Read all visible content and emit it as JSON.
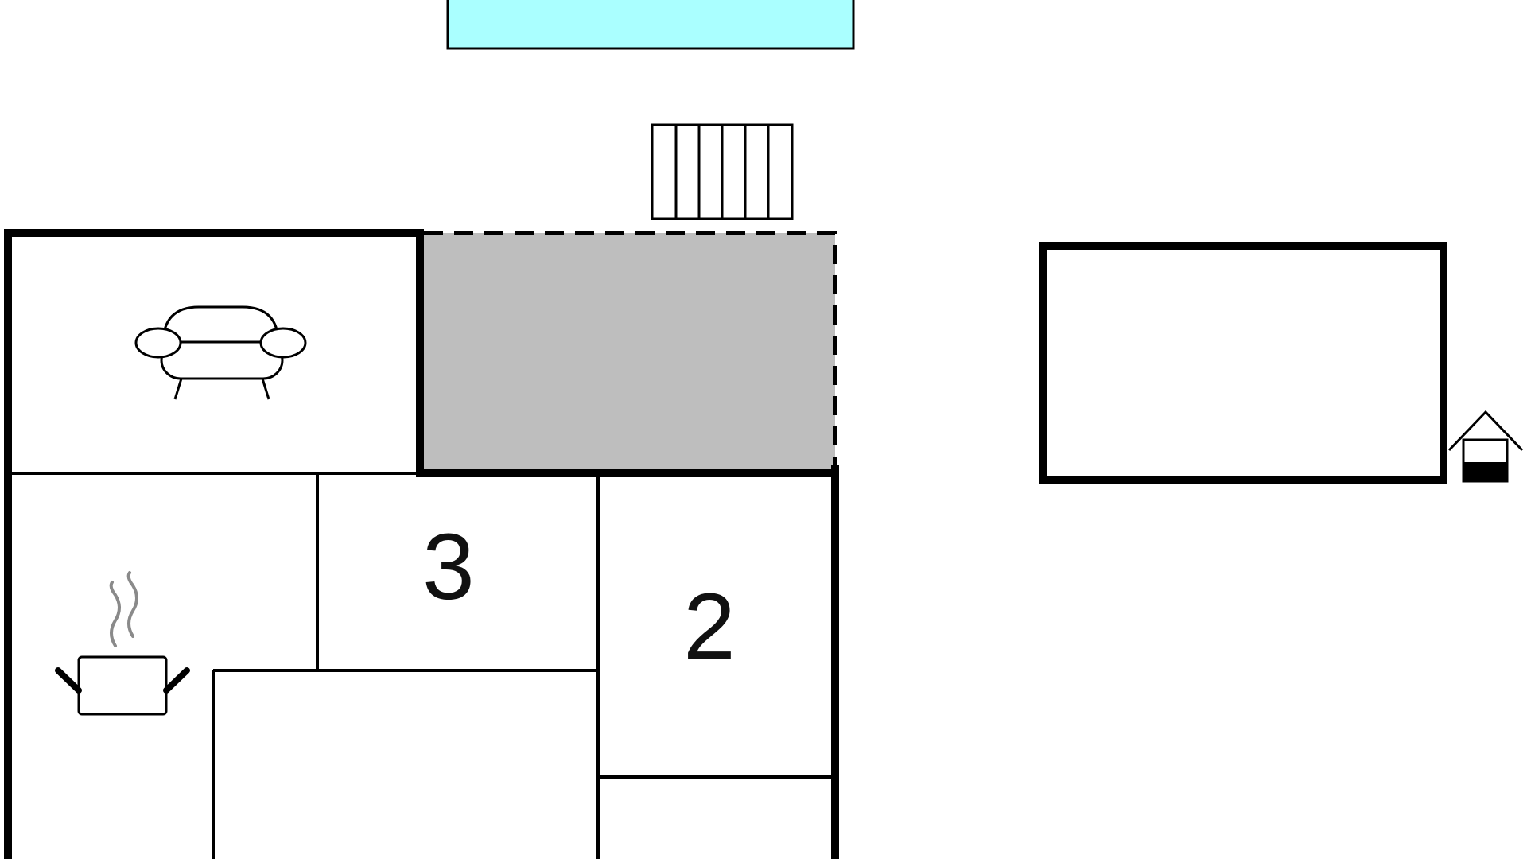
{
  "floor_plan": {
    "rooms": [
      {
        "id": "living-room",
        "icon": "sofa-icon"
      },
      {
        "id": "kitchen",
        "icon": "cooking-pot-icon"
      },
      {
        "id": "bedroom-3",
        "label": "3"
      },
      {
        "id": "bedroom-2",
        "label": "2"
      }
    ],
    "features": [
      {
        "id": "pool",
        "icon": "pool"
      },
      {
        "id": "covered-terrace",
        "icon": "terrace"
      },
      {
        "id": "deck",
        "icon": "deck-stairs-icon"
      },
      {
        "id": "annex-building"
      },
      {
        "id": "well",
        "icon": "well-icon"
      }
    ],
    "colors": {
      "wall": "#000000",
      "pool": "#aaffff",
      "terrace": "#bebebe",
      "steam": "#8a8a8a",
      "background": "#ffffff"
    }
  }
}
